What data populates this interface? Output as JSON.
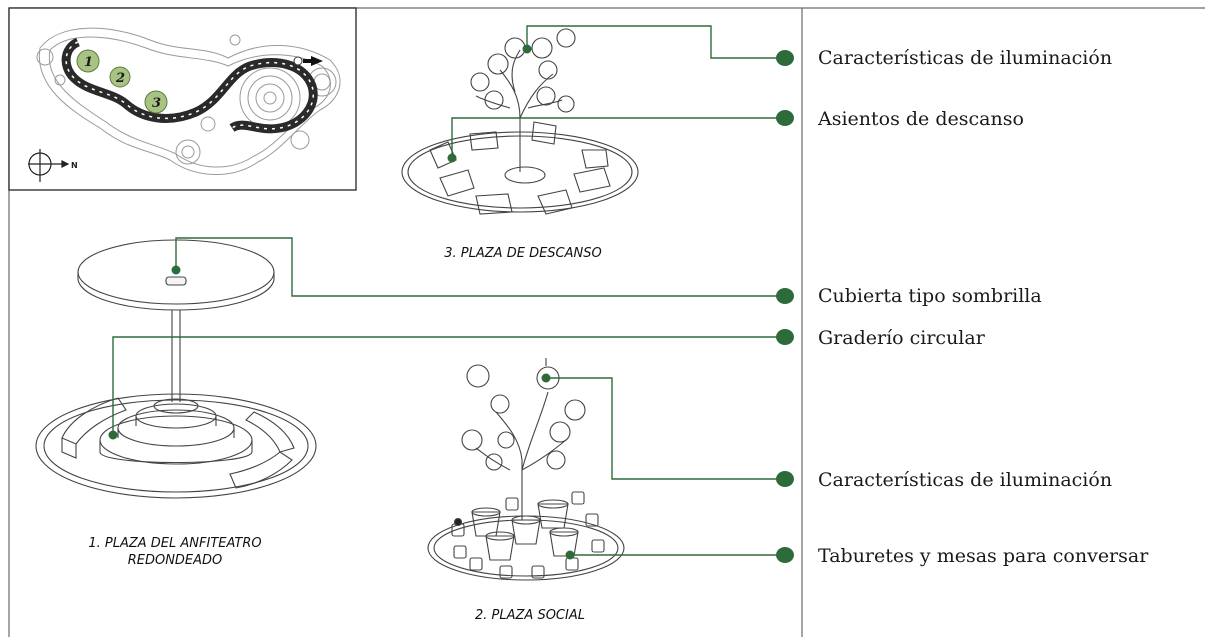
{
  "colors": {
    "leader": "#2e6b3a",
    "dot": "#2e6b3a",
    "frame": "#555555",
    "sketch": "#444444",
    "map_zone": "#a8c383"
  },
  "map": {
    "zone_numbers": [
      "1",
      "2",
      "3"
    ],
    "compass_letter": "N"
  },
  "captions": {
    "plaza_1_line1": "1. PLAZA DEL ANFITEATRO",
    "plaza_1_line2": "REDONDEADO",
    "plaza_2": "2. PLAZA SOCIAL",
    "plaza_3": "3. PLAZA DE DESCANSO"
  },
  "legend": [
    {
      "text": "Características de iluminación"
    },
    {
      "text": "Asientos de descanso"
    },
    {
      "text": "Cubierta tipo sombrilla"
    },
    {
      "text": "Graderío circular"
    },
    {
      "text": "Características de iluminación"
    },
    {
      "text": "Taburetes y mesas para conversar"
    }
  ]
}
